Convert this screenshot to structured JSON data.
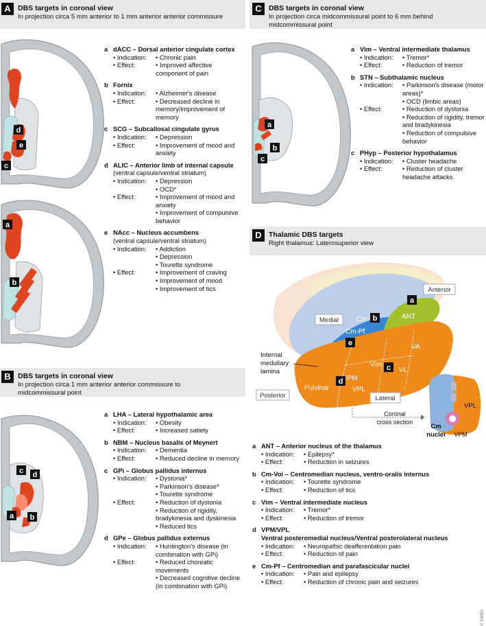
{
  "panelA": {
    "label": "A",
    "title": "DBS targets in coronal view",
    "subtitle": "In projection circa 5 mm anterior to 1 mm anterior anterior commissure",
    "targets": [
      {
        "letter": "a",
        "name": "dACC – Dorsal anterior cingulate cortex",
        "indication_label": "• Indication:",
        "indications": [
          "Chronic pain"
        ],
        "effect_label": "• Effect:",
        "effects": [
          "Improved affective component of pain"
        ]
      },
      {
        "letter": "b",
        "name": "Fornix",
        "indication_label": "• Indication:",
        "indications": [
          "Alzheimer's disease"
        ],
        "effect_label": "• Effect:",
        "effects": [
          "Decreased decline in memory/improvement of memory"
        ]
      },
      {
        "letter": "c",
        "name": "SCG – Subcallosal cingulate gyrus",
        "indication_label": "• Indication:",
        "indications": [
          "Depression"
        ],
        "effect_label": "• Effect:",
        "effects": [
          "Improvement of mood and anxiety"
        ]
      },
      {
        "letter": "d",
        "name": "ALIC – Anterior limb of internal capsule",
        "sub": "(ventral capsule/ventral striatum)",
        "indication_label": "• Indication:",
        "indications": [
          "Depression",
          "OCD*"
        ],
        "effect_label": "• Effect:",
        "effects": [
          "Improvement of mood and anxiety",
          "Improvement of compulsive behavior"
        ]
      },
      {
        "letter": "e",
        "name": "NAcc – Nucleus accumbens",
        "sub": "(ventral capsule/ventral striatum)",
        "indication_label": "• Indication:",
        "indications": [
          "Addiction",
          "Depression",
          "Tourette syndrome"
        ],
        "effect_label": "• Effect:",
        "effects": [
          "Improvement of craving",
          "Improvement of mood",
          "Improvement of tics"
        ]
      }
    ]
  },
  "panelB": {
    "label": "B",
    "title": "DBS targets in coronal view",
    "subtitle": "In projection circa 1 mm anterior anterior commissure to midcommissural point",
    "targets": [
      {
        "letter": "a",
        "name": "LHA – Lateral hypothalamic area",
        "indication_label": "• Indication:",
        "indications": [
          "Obesity"
        ],
        "effect_label": "• Effect:",
        "effects": [
          "Increased satiety"
        ]
      },
      {
        "letter": "b",
        "name": "NBM – Nucleus basalis of Meynert",
        "indication_label": "• Indication:",
        "indications": [
          "Dementia"
        ],
        "effect_label": "• Effect:",
        "effects": [
          "Reduced decline in memory"
        ]
      },
      {
        "letter": "c",
        "name": "GPi – Globus pallidus internus",
        "indication_label": "• Indication:",
        "indications": [
          "Dystonia*",
          "Parkinson's disease*",
          "Tourette syndrome"
        ],
        "effect_label": "• Effect:",
        "effects": [
          "Reduction of dystonia",
          "Reduction of rigidity, bradykinesia and dyskinesia",
          "Reduced tics"
        ]
      },
      {
        "letter": "d",
        "name": "GPe – Globus pallidus externus",
        "indication_label": "• Indication:",
        "indications": [
          "Huntington's disease (in combination with GPi)"
        ],
        "effect_label": "• Effect:",
        "effects": [
          "Reduced choreatic movements",
          "Decreased cognitive decline (in combination with GPi)"
        ]
      }
    ]
  },
  "panelC": {
    "label": "C",
    "title": "DBS targets in coronal view",
    "subtitle": "In projection circa midcommissural point to 6 mm behind midcommissural point",
    "targets": [
      {
        "letter": "a",
        "name": "Vim – Ventral intermediate thalamus",
        "indication_label": "• Indication:",
        "indications": [
          "Tremor*"
        ],
        "effect_label": "• Effect:",
        "effects": [
          "Reduction of tremor"
        ]
      },
      {
        "letter": "b",
        "name": "STN – Subthalamic nucleus",
        "indication_label": "• Indication:",
        "indications": [
          "Parkinson's disease (motor areas)*",
          "OCD (limbic areas)"
        ],
        "effect_label": "• Effect:",
        "effects": [
          "Reduction of dystonia",
          "Reduction of rigidity, tremor and bradykinesia",
          "Reduction of compulsive behavior"
        ]
      },
      {
        "letter": "c",
        "name": "PHyp – Posterior hypothalamus",
        "indication_label": "• Indication:",
        "indications": [
          "Cluster headache"
        ],
        "effect_label": "• Effect:",
        "effects": [
          "Reduction of cluster headache attacks"
        ]
      }
    ]
  },
  "panelD": {
    "label": "D",
    "title": "Thalamic DBS targets",
    "subtitle": "Right thalamus: Laterosuperior view",
    "diagram": {
      "medial": "Medial",
      "anterior": "Anterior",
      "posterior": "Posterior",
      "lateral": "Lateral",
      "ant": "ANT",
      "cm_voi": "Cm-Voi",
      "cm_pf": "Cm-Pf",
      "va": "VA",
      "vl": "VL",
      "vim": "Vim",
      "vpm": "VPM",
      "vpl": "VPL",
      "pulvinar": "Pulvinar",
      "iml_1": "Internal",
      "iml_2": "medullary",
      "iml_3": "lamina",
      "coronal_1": "Coronal",
      "coronal_2": "cross section",
      "cs_vpl": "VPL",
      "cs_vpm": "VPM",
      "cs_cm_1": "Cm",
      "cs_cm_2": "nuclei",
      "markers": [
        "a",
        "b",
        "c",
        "d",
        "e"
      ]
    },
    "targets": [
      {
        "letter": "a",
        "name": "ANT – Anterior nucleus of the thalamus",
        "indication_label": "• Indication:",
        "indications": [
          "Epilepsy*"
        ],
        "effect_label": "• Effect:",
        "effects": [
          "Reduction in seizures"
        ]
      },
      {
        "letter": "b",
        "name": "Cm-Voi – Centromedian nucleus, ventro-oralis internus",
        "indication_label": "• Indication:",
        "indications": [
          "Tourette syndrome"
        ],
        "effect_label": "• Effect:",
        "effects": [
          "Reduction of tics"
        ]
      },
      {
        "letter": "c",
        "name": "Vim – Ventral intermediate nucleus",
        "indication_label": "• Indication:",
        "indications": [
          "Tremor*"
        ],
        "effect_label": "• Effect:",
        "effects": [
          "Reduction of tremor"
        ]
      },
      {
        "letter": "d",
        "name": "VPM/VPL",
        "sub": "Ventral posteromedial nucleus/Ventral posterolateral nucleus",
        "sub_bold": true,
        "indication_label": "• Indication:",
        "indications": [
          "Neuropathic deafferentation pain"
        ],
        "effect_label": "• Effect:",
        "effects": [
          "Reduction of pain"
        ]
      },
      {
        "letter": "e",
        "name": "Cm-Pf – Centromedian and parafascicular nuclei",
        "indication_label": "• Indication:",
        "indications": [
          "Pain and epilepsy"
        ],
        "effect_label": "• Effect:",
        "effects": [
          "Reduction of chronic pain and seizures"
        ]
      }
    ]
  },
  "brain_markers": {
    "A_top": [
      "d",
      "e",
      "c"
    ],
    "A_bottom": [
      "a",
      "b"
    ],
    "B": [
      "c",
      "d",
      "a",
      "b"
    ],
    "C": [
      "a",
      "b",
      "c"
    ]
  },
  "credit": "© EMBO",
  "colors": {
    "target": "#e0431f",
    "header": "#e8e8e8",
    "cortex": "#c2c7cb",
    "thalamus_orange": "#ef8a1a",
    "ant_green": "#a5c02d",
    "medial_blue": "#8db4de"
  }
}
